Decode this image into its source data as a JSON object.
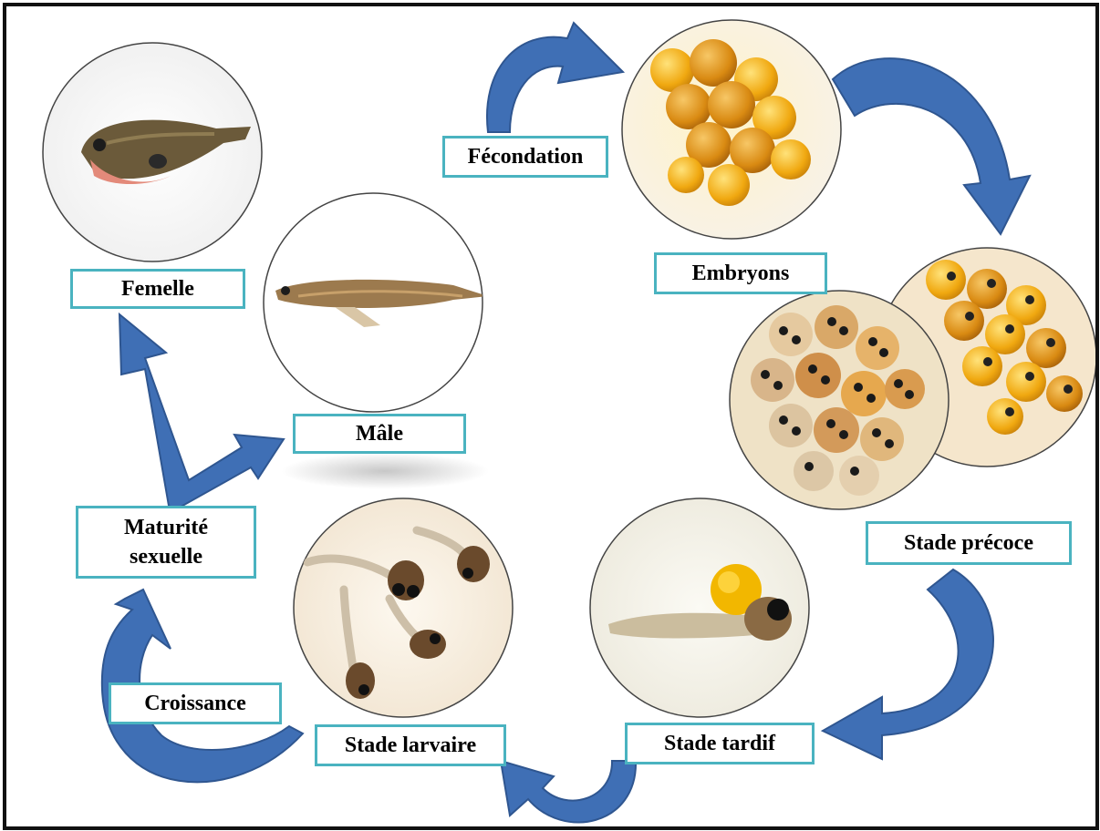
{
  "colors": {
    "arrow": "#3f6fb5",
    "arrow_edge": "#2f5690",
    "label_border": "#4ab3c0"
  },
  "stages": {
    "fecondation": "Fécondation",
    "embryons": "Embryons",
    "stade_precoce": "Stade précoce",
    "stade_tardif": "Stade tardif",
    "stade_larvaire": "Stade larvaire",
    "croissance": "Croissance",
    "maturite_line1": "Maturité",
    "maturite_line2": "sexuelle",
    "male": "Mâle",
    "femelle": "Femelle"
  }
}
